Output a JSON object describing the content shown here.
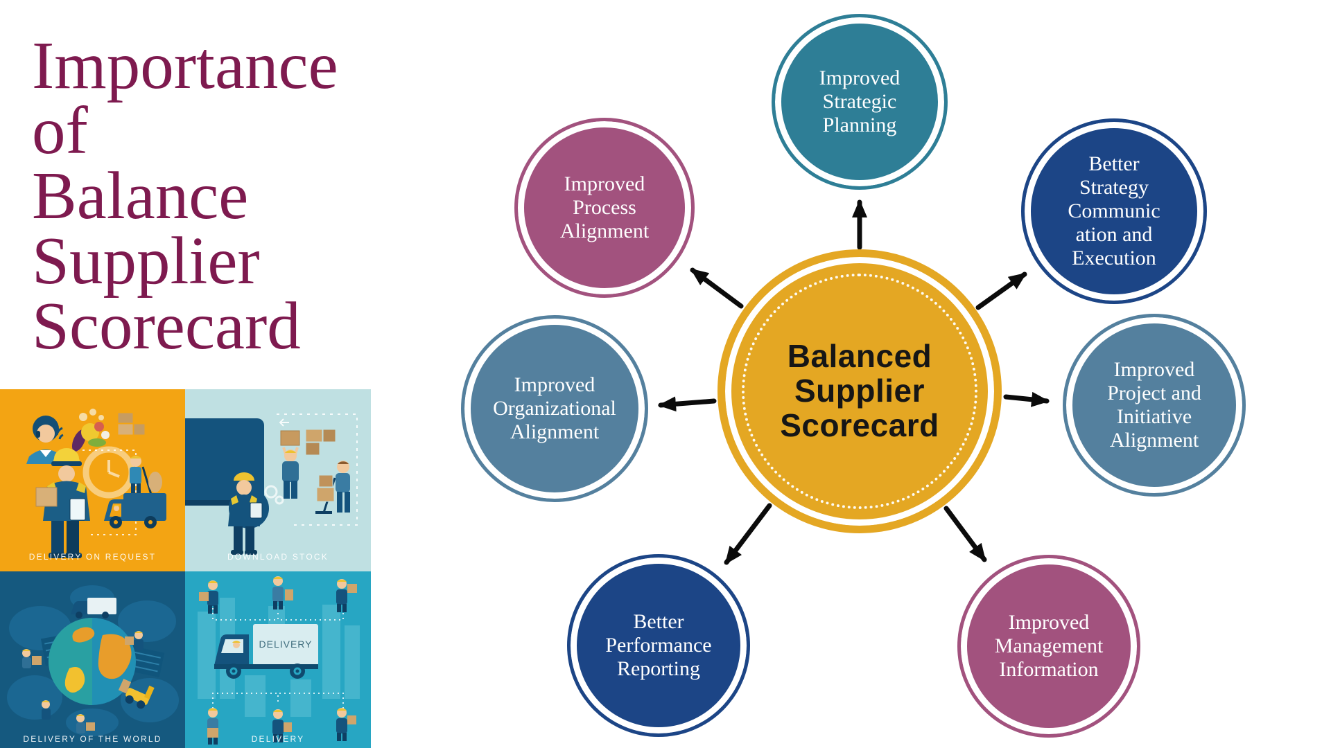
{
  "slide": {
    "title": {
      "text": "Importance\nof\nBalance\nSupplier\nScorecard",
      "color": "#7e1a4f"
    },
    "diagram": {
      "center": {
        "label": "Balanced\nSupplier\nScorecard",
        "color": "#e4a723",
        "text_color": "#161616"
      },
      "nodes": [
        {
          "id": "improved-strategic-planning",
          "label": "Improved\nStrategic\nPlanning",
          "color": "#2e7e96"
        },
        {
          "id": "better-strategy-communication-and-execution",
          "label": "Better\nStrategy\nCommunic\nation and\nExecution",
          "color": "#1c4586"
        },
        {
          "id": "improved-project-and-initiative-alignment",
          "label": "Improved\nProject and\nInitiative\nAlignment",
          "color": "#54809e"
        },
        {
          "id": "improved-management-information",
          "label": "Improved\nManagement\nInformation",
          "color": "#a2527e"
        },
        {
          "id": "better-performance-reporting",
          "label": "Better\nPerformance\nReporting",
          "color": "#1c4586"
        },
        {
          "id": "improved-organizational-alignment",
          "label": "Improved\nOrganizational\nAlignment",
          "color": "#54809e"
        },
        {
          "id": "improved-process-alignment",
          "label": "Improved\nProcess\nAlignment",
          "color": "#a2527e"
        }
      ],
      "arrow_color": "#0b0b0b"
    },
    "gallery": {
      "tiles": [
        {
          "caption": "DELIVERY ON REQUEST",
          "bg": "#f3a413"
        },
        {
          "caption": "DOWNLOAD STOCK",
          "bg": "#bfe0e2"
        },
        {
          "caption": "DELIVERY OF THE WORLD",
          "bg": "#15597f"
        },
        {
          "caption": "DELIVERY",
          "bg": "#27a6c3",
          "truck_label": "DELIVERY"
        }
      ]
    }
  }
}
